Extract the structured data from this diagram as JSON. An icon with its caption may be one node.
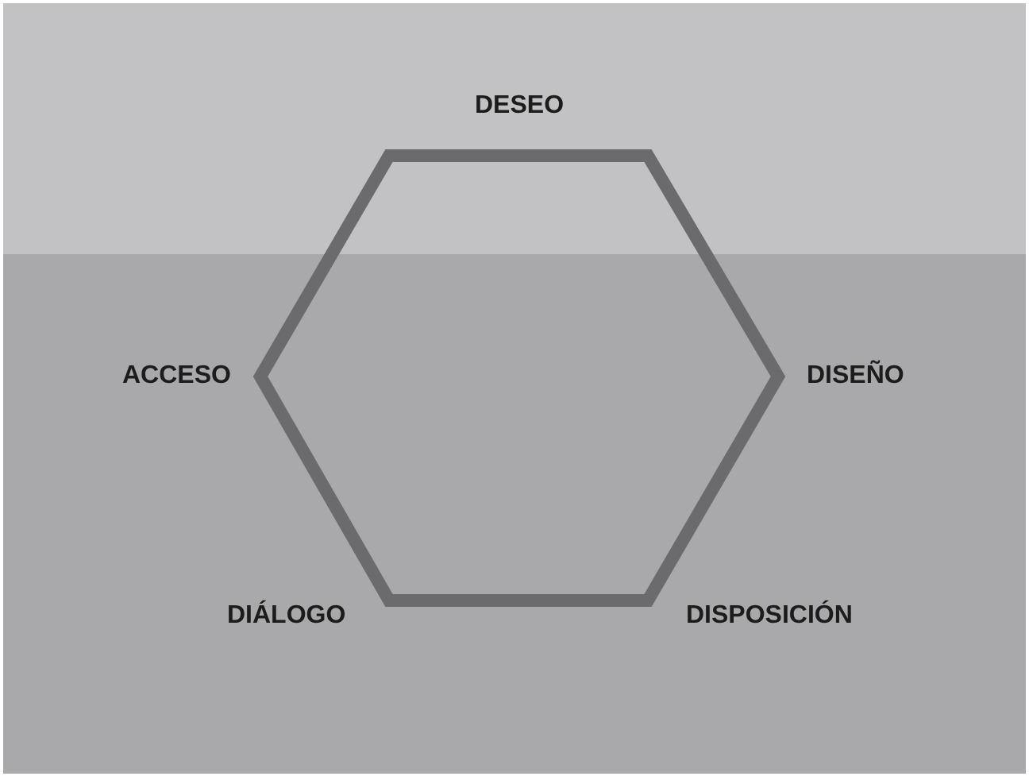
{
  "diagram": {
    "labels": [
      "DESEO",
      "ACCESO",
      "DISEÑO",
      "DIÁLOGO",
      "DISPOSICIÓN"
    ]
  }
}
